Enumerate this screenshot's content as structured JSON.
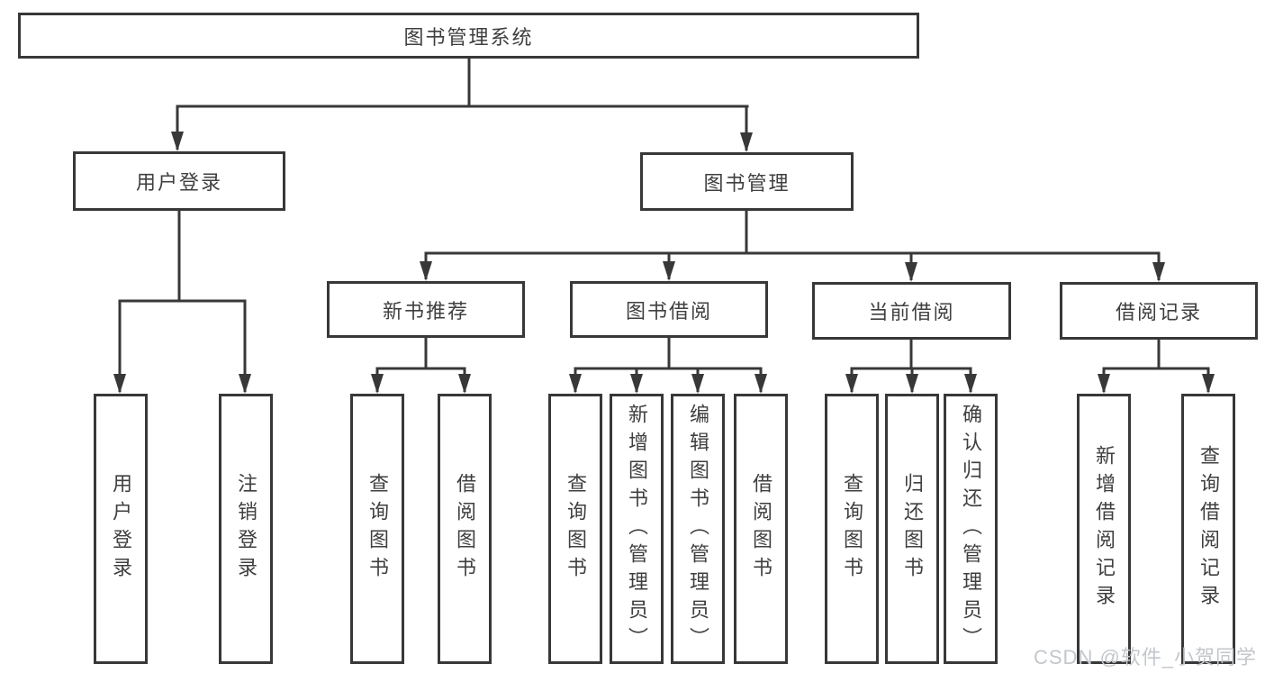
{
  "nodes": {
    "root": {
      "label": "图书管理系统"
    },
    "login": {
      "label": "用户登录",
      "children": [
        "用户登录",
        "注销登录"
      ]
    },
    "management": {
      "label": "图书管理",
      "groups": [
        {
          "label": "新书推荐",
          "children": [
            "查询图书",
            "借阅图书"
          ]
        },
        {
          "label": "图书借阅",
          "children": [
            "查询图书",
            "新增图书（管理员）",
            "编辑图书（管理员）",
            "借阅图书"
          ]
        },
        {
          "label": "当前借阅",
          "children": [
            "查询图书",
            "归还图书",
            "确认归还（管理员）"
          ]
        },
        {
          "label": "借阅记录",
          "children": [
            "新增借阅记录",
            "查询借阅记录"
          ]
        }
      ]
    }
  },
  "watermark": "CSDN @软件_小贺同学",
  "colors": {
    "line": "#383838",
    "text": "#3f3f3f",
    "watermark": "#c3c7cb",
    "background": "#ffffff"
  }
}
